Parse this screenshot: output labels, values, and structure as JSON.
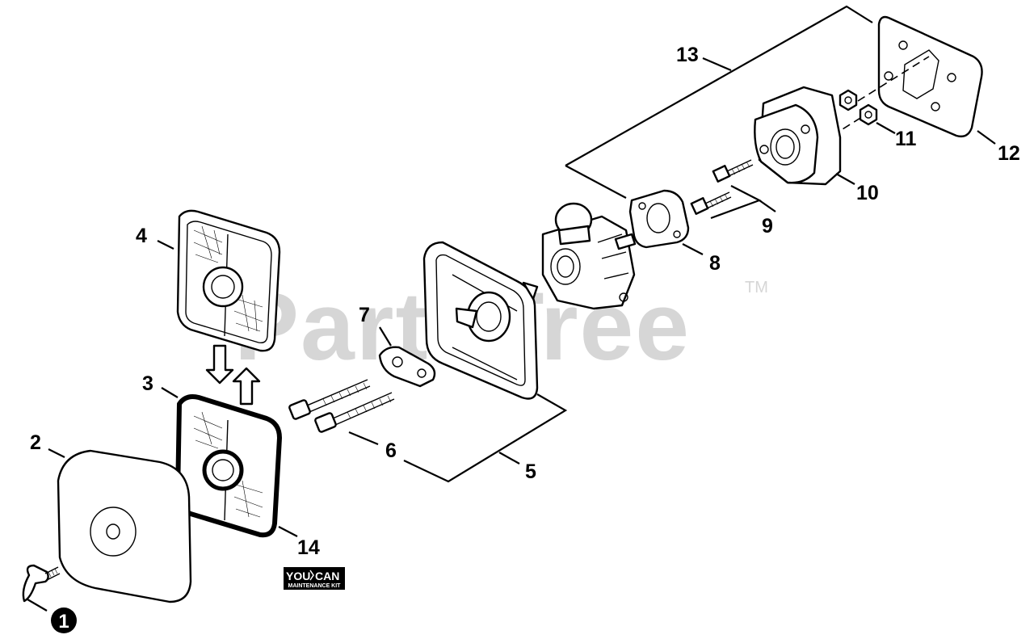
{
  "watermark": {
    "text": "PartsTree",
    "tm": "TM"
  },
  "badge": {
    "line1_left": "YOU",
    "line1_right": "CAN",
    "line2": "MAINTENANCE KIT"
  },
  "callouts": {
    "c1": "1",
    "c2": "2",
    "c3": "3",
    "c4": "4",
    "c5": "5",
    "c6": "6",
    "c7": "7",
    "c8": "8",
    "c9": "9",
    "c10": "10",
    "c11": "11",
    "c12": "12",
    "c13": "13",
    "c14": "14"
  }
}
